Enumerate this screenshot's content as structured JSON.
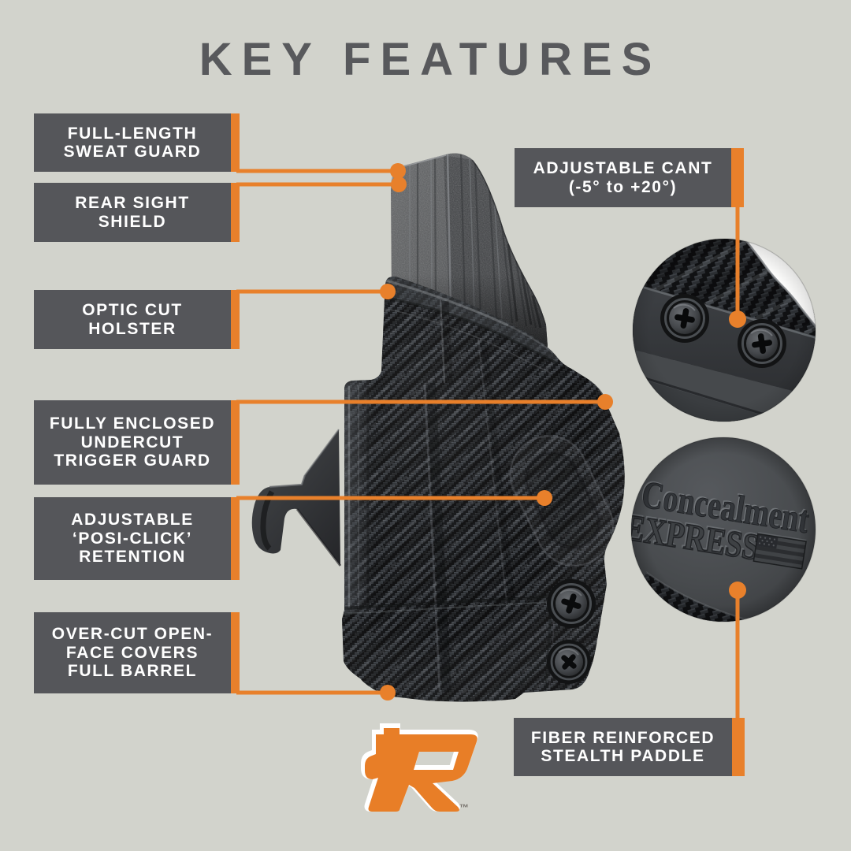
{
  "title": "KEY FEATURES",
  "colors": {
    "background": "#d2d3cc",
    "callout_box": "#55565a",
    "accent_orange": "#e8802b",
    "title_gray": "#58595c",
    "logo_orange": "#e87e27"
  },
  "callouts": [
    {
      "id": "sweat-guard",
      "label": "FULL-LENGTH\nSWEAT GUARD"
    },
    {
      "id": "rear-sight",
      "label": "REAR SIGHT\nSHIELD"
    },
    {
      "id": "optic-cut",
      "label": "OPTIC CUT\nHOLSTER"
    },
    {
      "id": "trigger-guard",
      "label": "FULLY ENCLOSED\nUNDERCUT\nTRIGGER GUARD"
    },
    {
      "id": "retention",
      "label": "ADJUSTABLE\n‘POSI-CLICK’\nRETENTION"
    },
    {
      "id": "over-cut",
      "label": "OVER-CUT OPEN-\nFACE COVERS\nFULL BARREL"
    },
    {
      "id": "adjustable-cant",
      "label": "ADJUSTABLE CANT\n(-5° to +20°)"
    },
    {
      "id": "stealth-paddle",
      "label": "FIBER REINFORCED\nSTEALTH PADDLE"
    }
  ],
  "inset_engraving": {
    "line1": "Concealment",
    "line2": "EXPRESS"
  },
  "logo": {
    "trademark": "™"
  }
}
